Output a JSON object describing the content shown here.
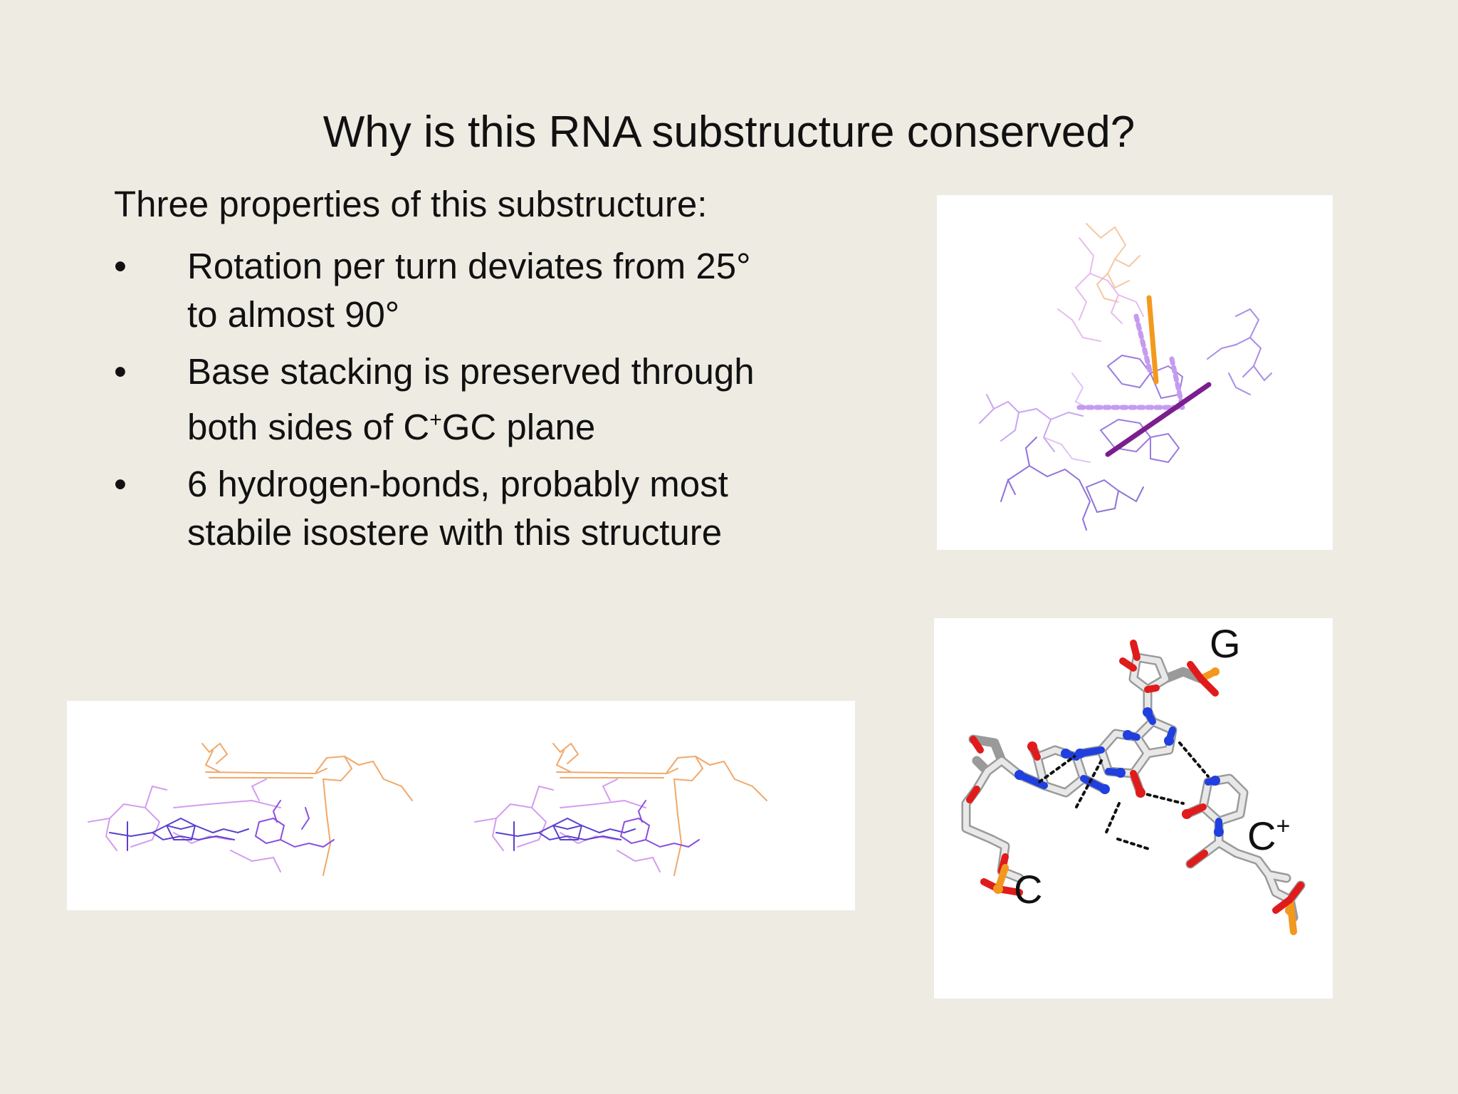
{
  "slide": {
    "title": "Why is this RNA substructure conserved?",
    "intro": "Three properties of this substructure:",
    "bullets": [
      {
        "marker": "•",
        "line1": "Rotation per turn deviates from 25°",
        "line2": "to almost 90°"
      },
      {
        "marker": "•",
        "line1": "Base stacking is preserved through",
        "line2_prefix": "both sides of C",
        "line2_sup": "+",
        "line2_suffix": "GC plane"
      },
      {
        "marker": "•",
        "line1": "6 hydrogen-bonds, probably most",
        "line2": "stabile isostere with this structure"
      }
    ]
  },
  "figures": {
    "molecule_labels": {
      "g": "G",
      "c": "C",
      "cplus_base": "C",
      "cplus_sup": "+"
    },
    "colors": {
      "orange": "#f39a1e",
      "purple": "#7b1e8e",
      "lavender": "#c59bf0",
      "nitrogen": "#1f3fe0",
      "oxygen": "#e01b1b",
      "phosphorus": "#f2981e",
      "carbon": "#d8d8d8"
    }
  }
}
